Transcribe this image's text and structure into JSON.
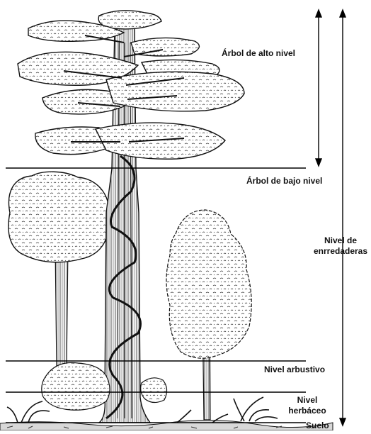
{
  "labels": {
    "alto": "Árbol de alto nivel",
    "bajo": "Árbol de bajo nivel",
    "enredaderas_1": "Nivel de",
    "enredaderas_2": "enrredaderas",
    "arbustivo": "Nivel arbustivo",
    "herbaceo_1": "Nivel",
    "herbaceo_2": "herbáceo",
    "suelo": "Suelo"
  },
  "colors": {
    "ink": "#111111",
    "foliage": "#ffffff",
    "trunk_shade": "#3a3a3a",
    "background": "#ffffff"
  }
}
